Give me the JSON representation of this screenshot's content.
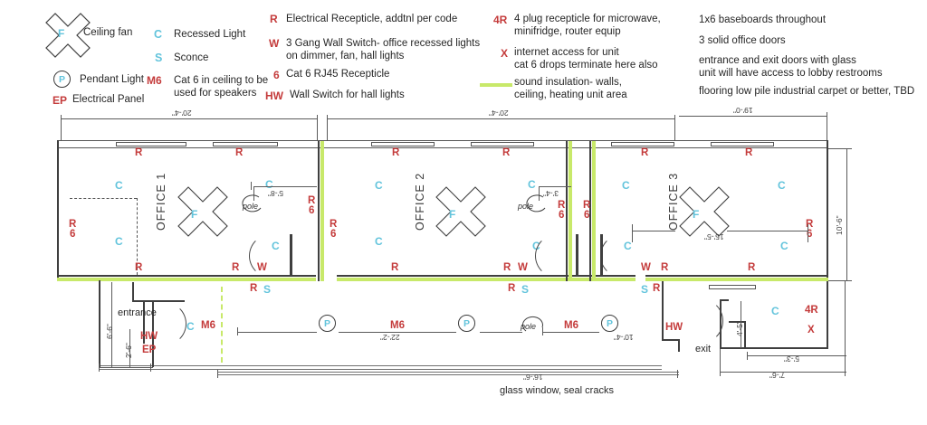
{
  "legend": {
    "col1": [
      {
        "key": "F",
        "key_style": "cyan",
        "label": "Ceiling fan",
        "icon": "ceiling-fan-x-icon"
      },
      {
        "key": "P",
        "key_style": "cyan",
        "label": "Pendant Light",
        "icon": "pendant-light-circle-icon"
      },
      {
        "key": "EP",
        "key_style": "red",
        "label": "Electrical Panel",
        "icon": "electrical-panel-icon"
      }
    ],
    "col2": [
      {
        "key": "C",
        "key_style": "cyan",
        "label": "Recessed Light"
      },
      {
        "key": "S",
        "key_style": "cyan",
        "label": "Sconce"
      },
      {
        "key": "M6",
        "key_style": "red",
        "label": "Cat 6 in ceiling to be\nused for speakers"
      }
    ],
    "col3": [
      {
        "key": "R",
        "key_style": "red",
        "label": "Electrical Recepticle, addtnl per code"
      },
      {
        "key": "W",
        "key_style": "red",
        "label": "3 Gang Wall Switch- office recessed lights\non dimmer, fan, hall lights"
      },
      {
        "key": "6",
        "key_style": "red",
        "label": "Cat 6 RJ45 Recepticle"
      },
      {
        "key": "HW",
        "key_style": "red",
        "label": "Wall Switch for hall lights"
      }
    ],
    "col4": [
      {
        "key": "4R",
        "key_style": "red",
        "label": "4 plug recepticle for microwave,\nminifridge, router equip"
      },
      {
        "key": "X",
        "key_style": "red",
        "label": "internet access for unit\ncat 6 drops terminate here also"
      },
      {
        "key": "",
        "key_style": "swatch",
        "label": "sound insulation- walls,\nceiling, heating unit area",
        "icon": "sound-insulation-swatch-icon"
      }
    ],
    "col5": [
      "1x6 baseboards throughout",
      "3 solid office doors",
      "entrance and exit doors with glass\nunit will have access to lobby restrooms",
      "flooring low pile industrial carpet or better, TBD"
    ]
  },
  "colors": {
    "red": "#c43b3b",
    "cyan": "#63c4dc",
    "insulation": "#c8e96a",
    "wall": "#3f3f3f",
    "text": "#262626"
  },
  "plan": {
    "rooms": [
      {
        "name": "OFFICE 1",
        "label": "OFFICE 1"
      },
      {
        "name": "OFFICE 2",
        "label": "OFFICE 2"
      },
      {
        "name": "OFFICE 3",
        "label": "OFFICE 3"
      }
    ],
    "fan_symbol": "F",
    "pendant_symbol": "P",
    "pole_label": "pole",
    "dimensions": {
      "office1_width": "20'-4\"",
      "office2_width": "20'-4\"",
      "office3_width": "19'-0\"",
      "right_height": "10'-6\"",
      "office1_inner": "5'-8\"",
      "office2_inner": "3'-4\"",
      "office3_inner": "15'-5\"",
      "entrance_height": "6'-6\"",
      "ep_height": "2'-6\"",
      "hall_left": "22'-2\"",
      "hall_right": "10'-4\"",
      "glass_window": "16'-6\"",
      "exit_width": "5'-3\"",
      "exit_total": "7'-6\"",
      "exit_depth": "4'-5\""
    },
    "annotations": {
      "entrance": "entrance",
      "exit": "exit",
      "glass_window_note": "glass window, seal cracks"
    },
    "marks": {
      "r": "R",
      "r6": "R\n6",
      "c": "C",
      "w": "W",
      "s": "S",
      "hw": "HW",
      "ep": "EP",
      "m6": "M6",
      "four_r": "4R",
      "x": "X"
    }
  }
}
